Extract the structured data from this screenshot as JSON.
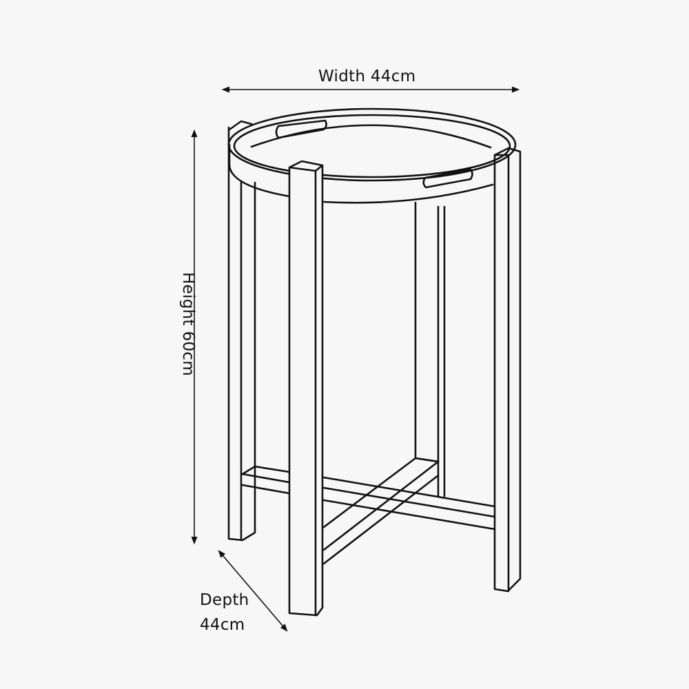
{
  "dimensions": {
    "width": "Width 44cm",
    "height": "Height 60cm",
    "depth_line1": "Depth",
    "depth_line2": "44cm"
  },
  "colors": {
    "background": "#f7f7f7",
    "line": "#111111"
  }
}
